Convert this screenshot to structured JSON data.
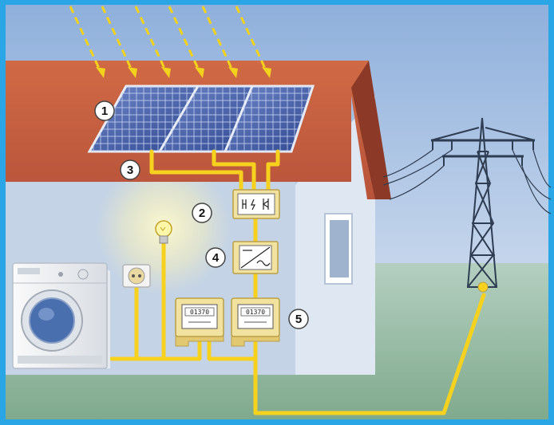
{
  "callouts": [
    {
      "label": "1"
    },
    {
      "label": "2"
    },
    {
      "label": "3"
    },
    {
      "label": "4"
    },
    {
      "label": "5"
    }
  ],
  "meters": [
    {
      "reading": "01370"
    },
    {
      "reading": "01370"
    }
  ],
  "icons": {
    "sun_rays": "sun-ray-arrows",
    "panels": "solar-panel",
    "bulb": "light-bulb",
    "socket": "power-socket",
    "washer": "washing-machine",
    "junction": "junction-box",
    "inverter": "inverter",
    "meter": "electricity-meter",
    "pylon": "power-pylon"
  },
  "colors": {
    "frame": "#2aa6e6",
    "sky": "#a9c2e4",
    "roof": "#c9603e",
    "wall": "#c4d3e6",
    "ground": "#8fb79a",
    "wire": "#f6d21f",
    "panel": "#3c56a0",
    "box": "#f2e2a0"
  }
}
